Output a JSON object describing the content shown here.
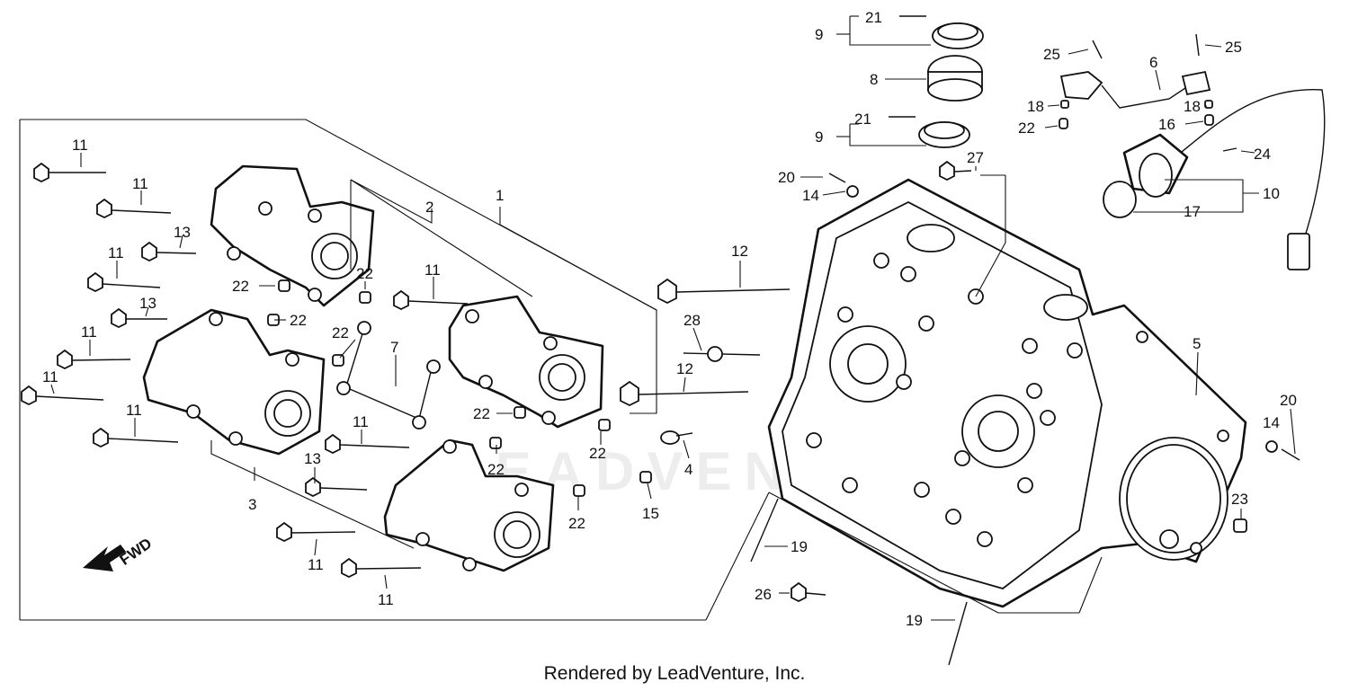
{
  "callouts": {
    "c1": "1",
    "c2": "2",
    "c3": "3",
    "c4": "4",
    "c5": "5",
    "c6": "6",
    "c7": "7",
    "c8": "8",
    "c9": "9",
    "c10": "10",
    "c11": "11",
    "c12": "12",
    "c13": "13",
    "c14": "14",
    "c15": "15",
    "c16": "16",
    "c17": "17",
    "c18": "18",
    "c19": "19",
    "c20": "20",
    "c21": "21",
    "c22": "22",
    "c23": "23",
    "c24": "24",
    "c25": "25",
    "c26": "26",
    "c27": "27",
    "c28": "28"
  },
  "fwd_label": "FWD",
  "watermark": "LEADVENTURE",
  "footer": "Rendered by LeadVenture, Inc."
}
